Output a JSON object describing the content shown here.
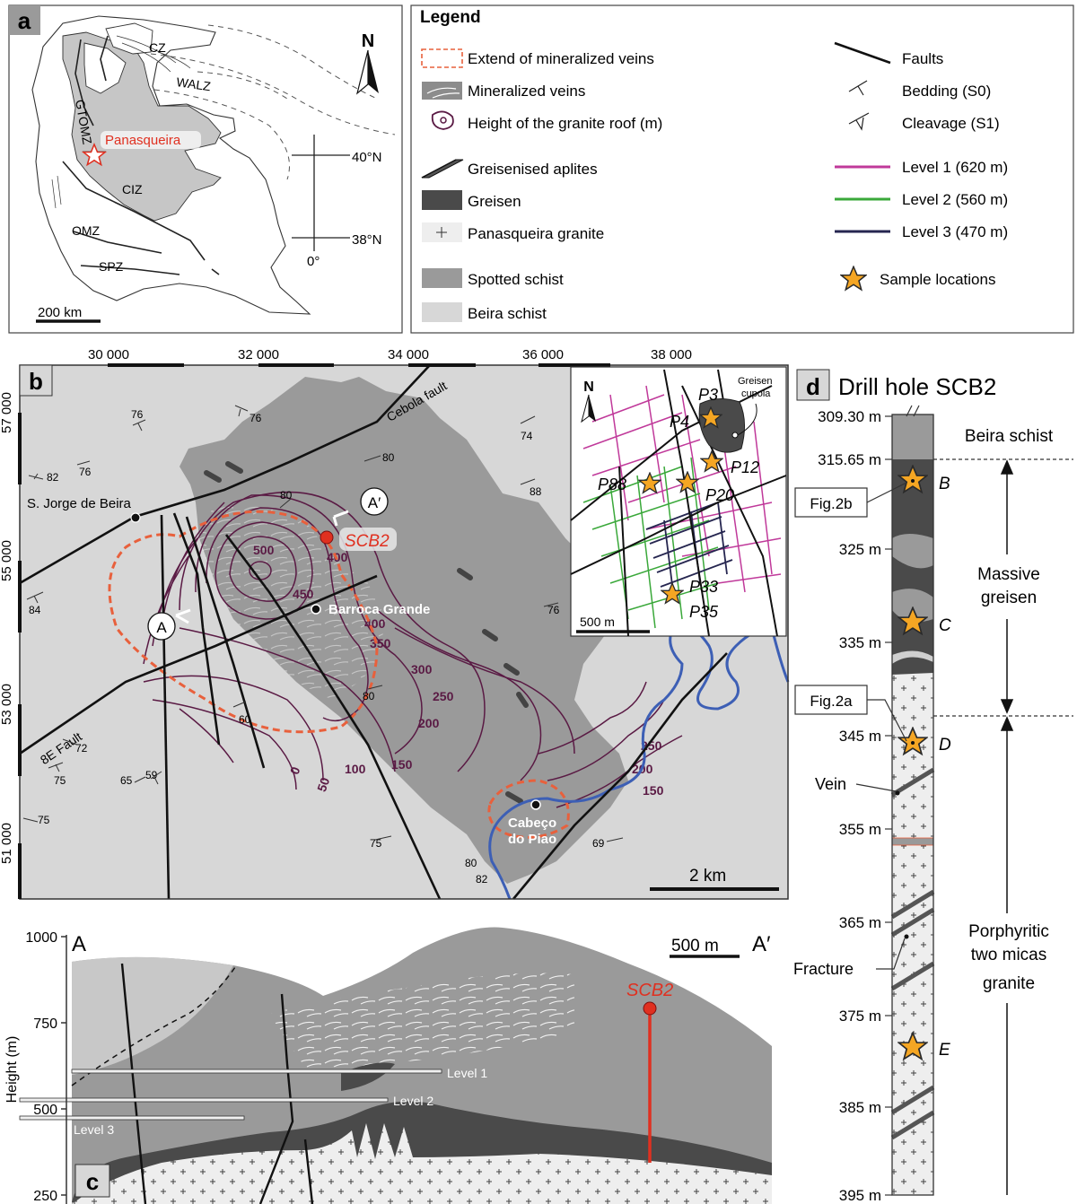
{
  "panel_a": {
    "label": "a",
    "zones": [
      "CZ",
      "WALZ",
      "GTOMZ",
      "CIZ",
      "OMZ",
      "SPZ"
    ],
    "site": "Panasqueira",
    "lat_1": "40°N",
    "lat_2": "38°N",
    "lon": "0°",
    "scale": "200 km",
    "north": "N"
  },
  "legend": {
    "title": "Legend",
    "items_left": [
      "Extend of mineralized veins",
      "Mineralized veins",
      "Height of the granite roof (m)",
      "Greisenised aplites",
      "Greisen",
      "Panasqueira granite",
      "Spotted schist",
      "Beira schist"
    ],
    "items_right": [
      "Faults",
      "Bedding (S0)",
      "Cleavage (S1)",
      "Level 1 (620 m)",
      "Level 2 (560 m)",
      "Level 3 (470 m)",
      "Sample locations"
    ]
  },
  "panel_b": {
    "label": "b",
    "x_ticks": [
      "30 000",
      "32 000",
      "34 000",
      "36 000",
      "38 000"
    ],
    "y_ticks": [
      "57 000",
      "55 000",
      "53 000",
      "51 000"
    ],
    "places": {
      "sjorge": "S. Jorge de Beira",
      "barroca": "Barroca Grande",
      "cabeco1": "Cabeço",
      "cabeco2": "do Piao",
      "scb2": "SCB2",
      "a": "A",
      "a_prime": "A′",
      "cebola": "Cebola fault",
      "fault8e": "8E Fault"
    },
    "contours": [
      "500",
      "450",
      "400",
      "400",
      "350",
      "300",
      "250",
      "200",
      "150",
      "100",
      "50",
      "0",
      "250",
      "200",
      "150"
    ],
    "dips": [
      "76",
      "76",
      "82",
      "76",
      "84",
      "80",
      "74",
      "80",
      "88",
      "76",
      "80",
      "60",
      "72",
      "75",
      "65",
      "59",
      "75",
      "75",
      "80",
      "82",
      "69"
    ],
    "scale": "2 km",
    "inset": {
      "north": "N",
      "scale": "500 m",
      "cupola_1": "Greisen",
      "cupola_2": "cupola",
      "samples": [
        "P3",
        "P4",
        "P12",
        "P88",
        "P20",
        "P33",
        "P35"
      ]
    }
  },
  "panel_c": {
    "label": "c",
    "ylabel": "Height (m)",
    "y_ticks": [
      "1000",
      "750",
      "500",
      "250"
    ],
    "a": "A",
    "a_prime": "A′",
    "scale": "500 m",
    "scb2": "SCB2",
    "levels": [
      "Level 1",
      "Level 2",
      "Level 3"
    ]
  },
  "panel_d": {
    "label": "d",
    "title": "Drill hole SCB2",
    "depths": [
      "309.30 m",
      "315.65 m",
      "325 m",
      "335 m",
      "345 m",
      "355 m",
      "365 m",
      "375 m",
      "385 m",
      "395 m"
    ],
    "units": [
      "Beira schist",
      "Massive",
      "greisen",
      "Porphyritic",
      "two micas",
      "granite"
    ],
    "samples": [
      "B",
      "C",
      "D",
      "E"
    ],
    "figs": [
      "Fig.2b",
      "Fig.2a"
    ],
    "annotations": [
      "Vein",
      "Fracture"
    ]
  },
  "colors": {
    "beira_schist": "#d7d7d7",
    "spotted_schist": "#9a9a9a",
    "greisen": "#4a4a4a",
    "granite": "#eeeeee",
    "level1": "#c0399a",
    "level2": "#3aa83a",
    "level3": "#262650",
    "contour": "#5a1a44",
    "extent": "#e8603c",
    "scb2": "#e03020",
    "star": "#f5a623",
    "river": "#3d5fb5"
  }
}
